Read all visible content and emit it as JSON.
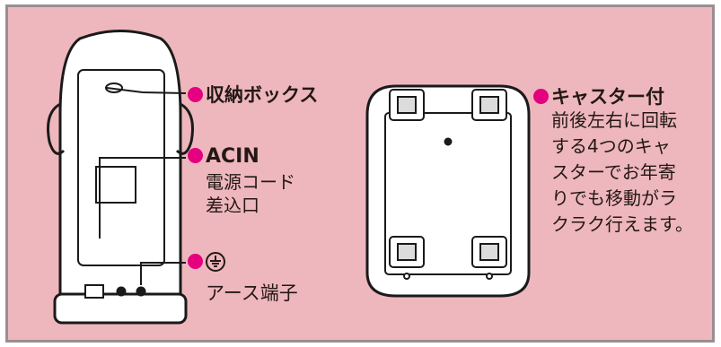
{
  "colors": {
    "panel_bg": "#eeb7bd",
    "bullet": "#e4007f",
    "text": "#231815",
    "device_fill": "#ffffff",
    "line": "#1a1a1a"
  },
  "labels": {
    "storage_box": "収納ボックス",
    "acin_title": "ACIN",
    "acin_desc_line1": "電源コード",
    "acin_desc_line2": "差込口",
    "earth_desc": "アース端子",
    "caster_title": "キャスター付",
    "caster_desc": [
      "前後左右に回転",
      "する4つのキャ",
      "スターでお年寄",
      "りでも移動がラ",
      "クラク行えます。"
    ]
  },
  "icons": {
    "bullet": "pink-circle-bullet",
    "earth": "ground-symbol-icon"
  }
}
